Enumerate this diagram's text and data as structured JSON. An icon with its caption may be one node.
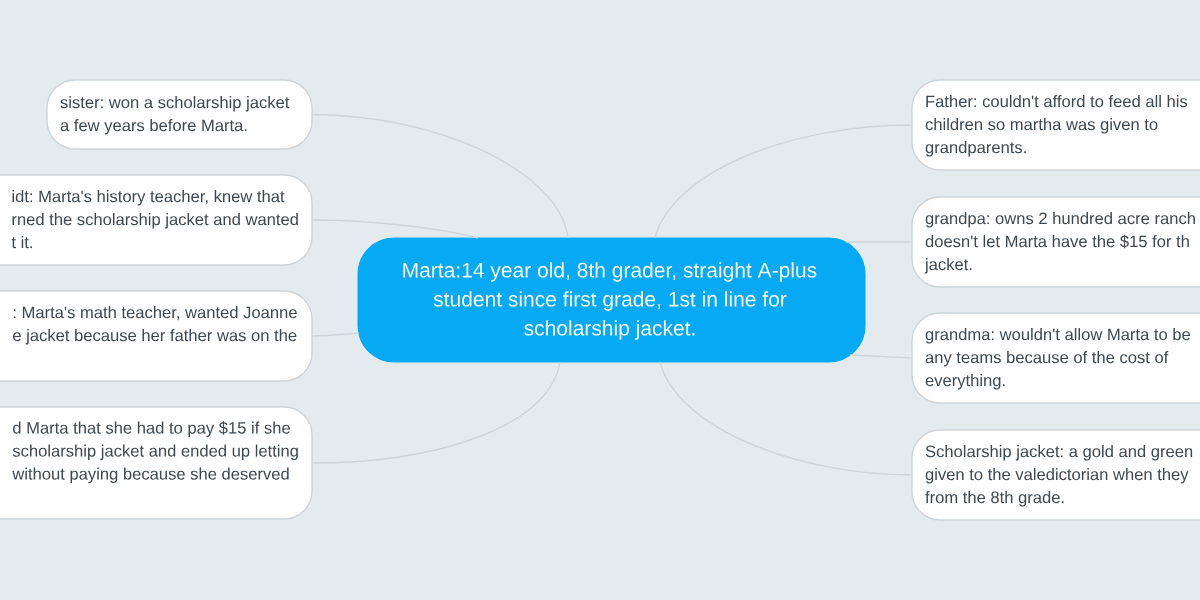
{
  "diagram": {
    "nodes": [
      {
        "text": [
          "Marta:14 year old, 8th grader, straight A-plus student since first grade, 1st in line for scholarship jacket."
        ]
      },
      {
        "text": [
          "sister: won a scholarship jacket a few years before Marta."
        ]
      },
      {
        "text": [
          "idt: Marta's history teacher, knew that rned the scholarship jacket and wanted t it."
        ]
      },
      {
        "text": [
          ": Marta's math teacher, wanted Joanne e jacket because her father was on the"
        ]
      },
      {
        "text": [
          "d Marta that she had to pay $15 if she scholarship jacket and ended up letting without paying because she deserved"
        ]
      },
      {
        "text": [
          "Father: couldn't afford to feed all his children so martha was given to grandparents."
        ]
      },
      {
        "text": [
          "grandpa: owns 2 hundred acre ranch doesn't let Marta have the $15 for th jacket."
        ]
      },
      {
        "text": [
          "grandma: wouldn't allow Marta to be any teams because of the cost of everything."
        ]
      },
      {
        "text": [
          "Scholarship jacket: a gold and green given to the valedictorian when they from the 8th grade."
        ]
      }
    ],
    "edges": [
      {
        "from": 0,
        "to": 1,
        "arrow": "none"
      },
      {
        "from": 0,
        "to": 2,
        "arrow": "none"
      },
      {
        "from": 0,
        "to": 3,
        "arrow": "none"
      },
      {
        "from": 0,
        "to": 4,
        "arrow": "none"
      },
      {
        "from": 0,
        "to": 5,
        "arrow": "none"
      },
      {
        "from": 0,
        "to": 6,
        "arrow": "none"
      },
      {
        "from": 0,
        "to": 7,
        "arrow": "none"
      },
      {
        "from": 0,
        "to": 8,
        "arrow": "none"
      }
    ]
  }
}
